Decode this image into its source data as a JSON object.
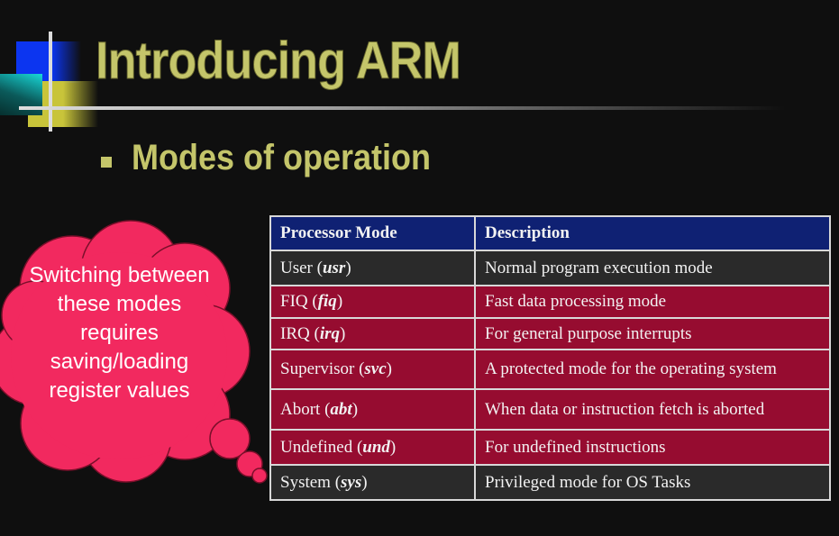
{
  "slide": {
    "title": "Introducing ARM",
    "bullet": "Modes of operation",
    "callout": "Switching between these modes requires saving/loading register values"
  },
  "table": {
    "headers": [
      "Processor Mode",
      "Description"
    ],
    "rows": [
      {
        "mode": "User",
        "abbr": "usr",
        "description": "Normal program execution mode",
        "style": "dark"
      },
      {
        "mode": "FIQ",
        "abbr": "fiq",
        "description": "Fast data processing mode",
        "style": "red"
      },
      {
        "mode": "IRQ",
        "abbr": "irq",
        "description": "For general purpose interrupts",
        "style": "red"
      },
      {
        "mode": "Supervisor",
        "abbr": "svc",
        "description": "A protected mode for the operating system",
        "style": "red"
      },
      {
        "mode": "Abort",
        "abbr": "abt",
        "description": "When data or instruction fetch is aborted",
        "style": "red"
      },
      {
        "mode": "Undefined",
        "abbr": "und",
        "description": "For undefined instructions",
        "style": "red"
      },
      {
        "mode": "System",
        "abbr": "sys",
        "description": "Privileged mode for OS Tasks",
        "style": "dark"
      }
    ]
  },
  "colors": {
    "title": "#c4c56a",
    "header": "#0f2173",
    "row_red": "#960c30",
    "row_dark": "#2a2a2a",
    "cloud": "#f2295f"
  }
}
